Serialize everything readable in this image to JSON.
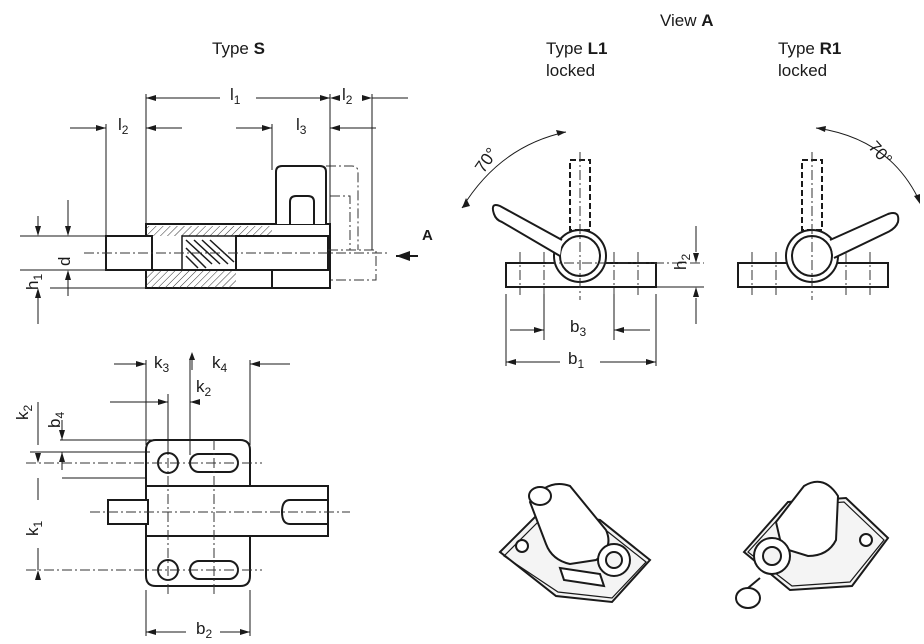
{
  "header": {
    "view": "View",
    "view_letter": "A",
    "type_word": "Type",
    "type_s": "S",
    "type_l1": "L1",
    "type_r1": "R1",
    "locked": "locked"
  },
  "arrow_label": "A",
  "angle_label": "70°",
  "dimensions": {
    "l": "l",
    "l1_sub": "1",
    "l2_sub": "2",
    "l3_sub": "3",
    "h": "h",
    "h1_sub": "1",
    "h2_sub": "2",
    "d": "d",
    "b": "b",
    "b1_sub": "1",
    "b2_sub": "2",
    "b3_sub": "3",
    "b4_sub": "4",
    "k": "k",
    "k1_sub": "1",
    "k2_sub": "2",
    "k3_sub": "3",
    "k4_sub": "4"
  }
}
